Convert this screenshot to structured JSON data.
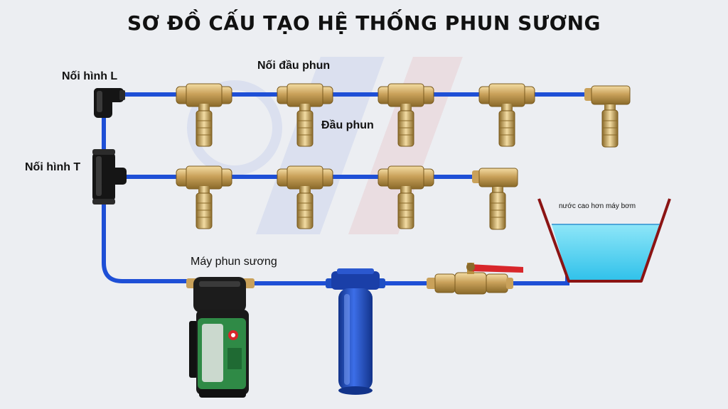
{
  "title": "SƠ ĐỒ CẤU TẠO HỆ THỐNG PHUN SƯƠNG",
  "labels": {
    "l_connector": "Nối hình L",
    "nozzle_connector": "Nối đầu phun",
    "nozzle": "Đầu phun",
    "t_connector": "Nối hình T",
    "pump": "Máy phun sương",
    "tank_note": "nước cao hơn máy bơm"
  },
  "colors": {
    "pipe": "#1e4fd6",
    "brass": "#c9a15a",
    "water": "#55d4f0",
    "filter": "#1f4fc4",
    "valve_handle": "#d8262b",
    "background": "#eceef2"
  }
}
